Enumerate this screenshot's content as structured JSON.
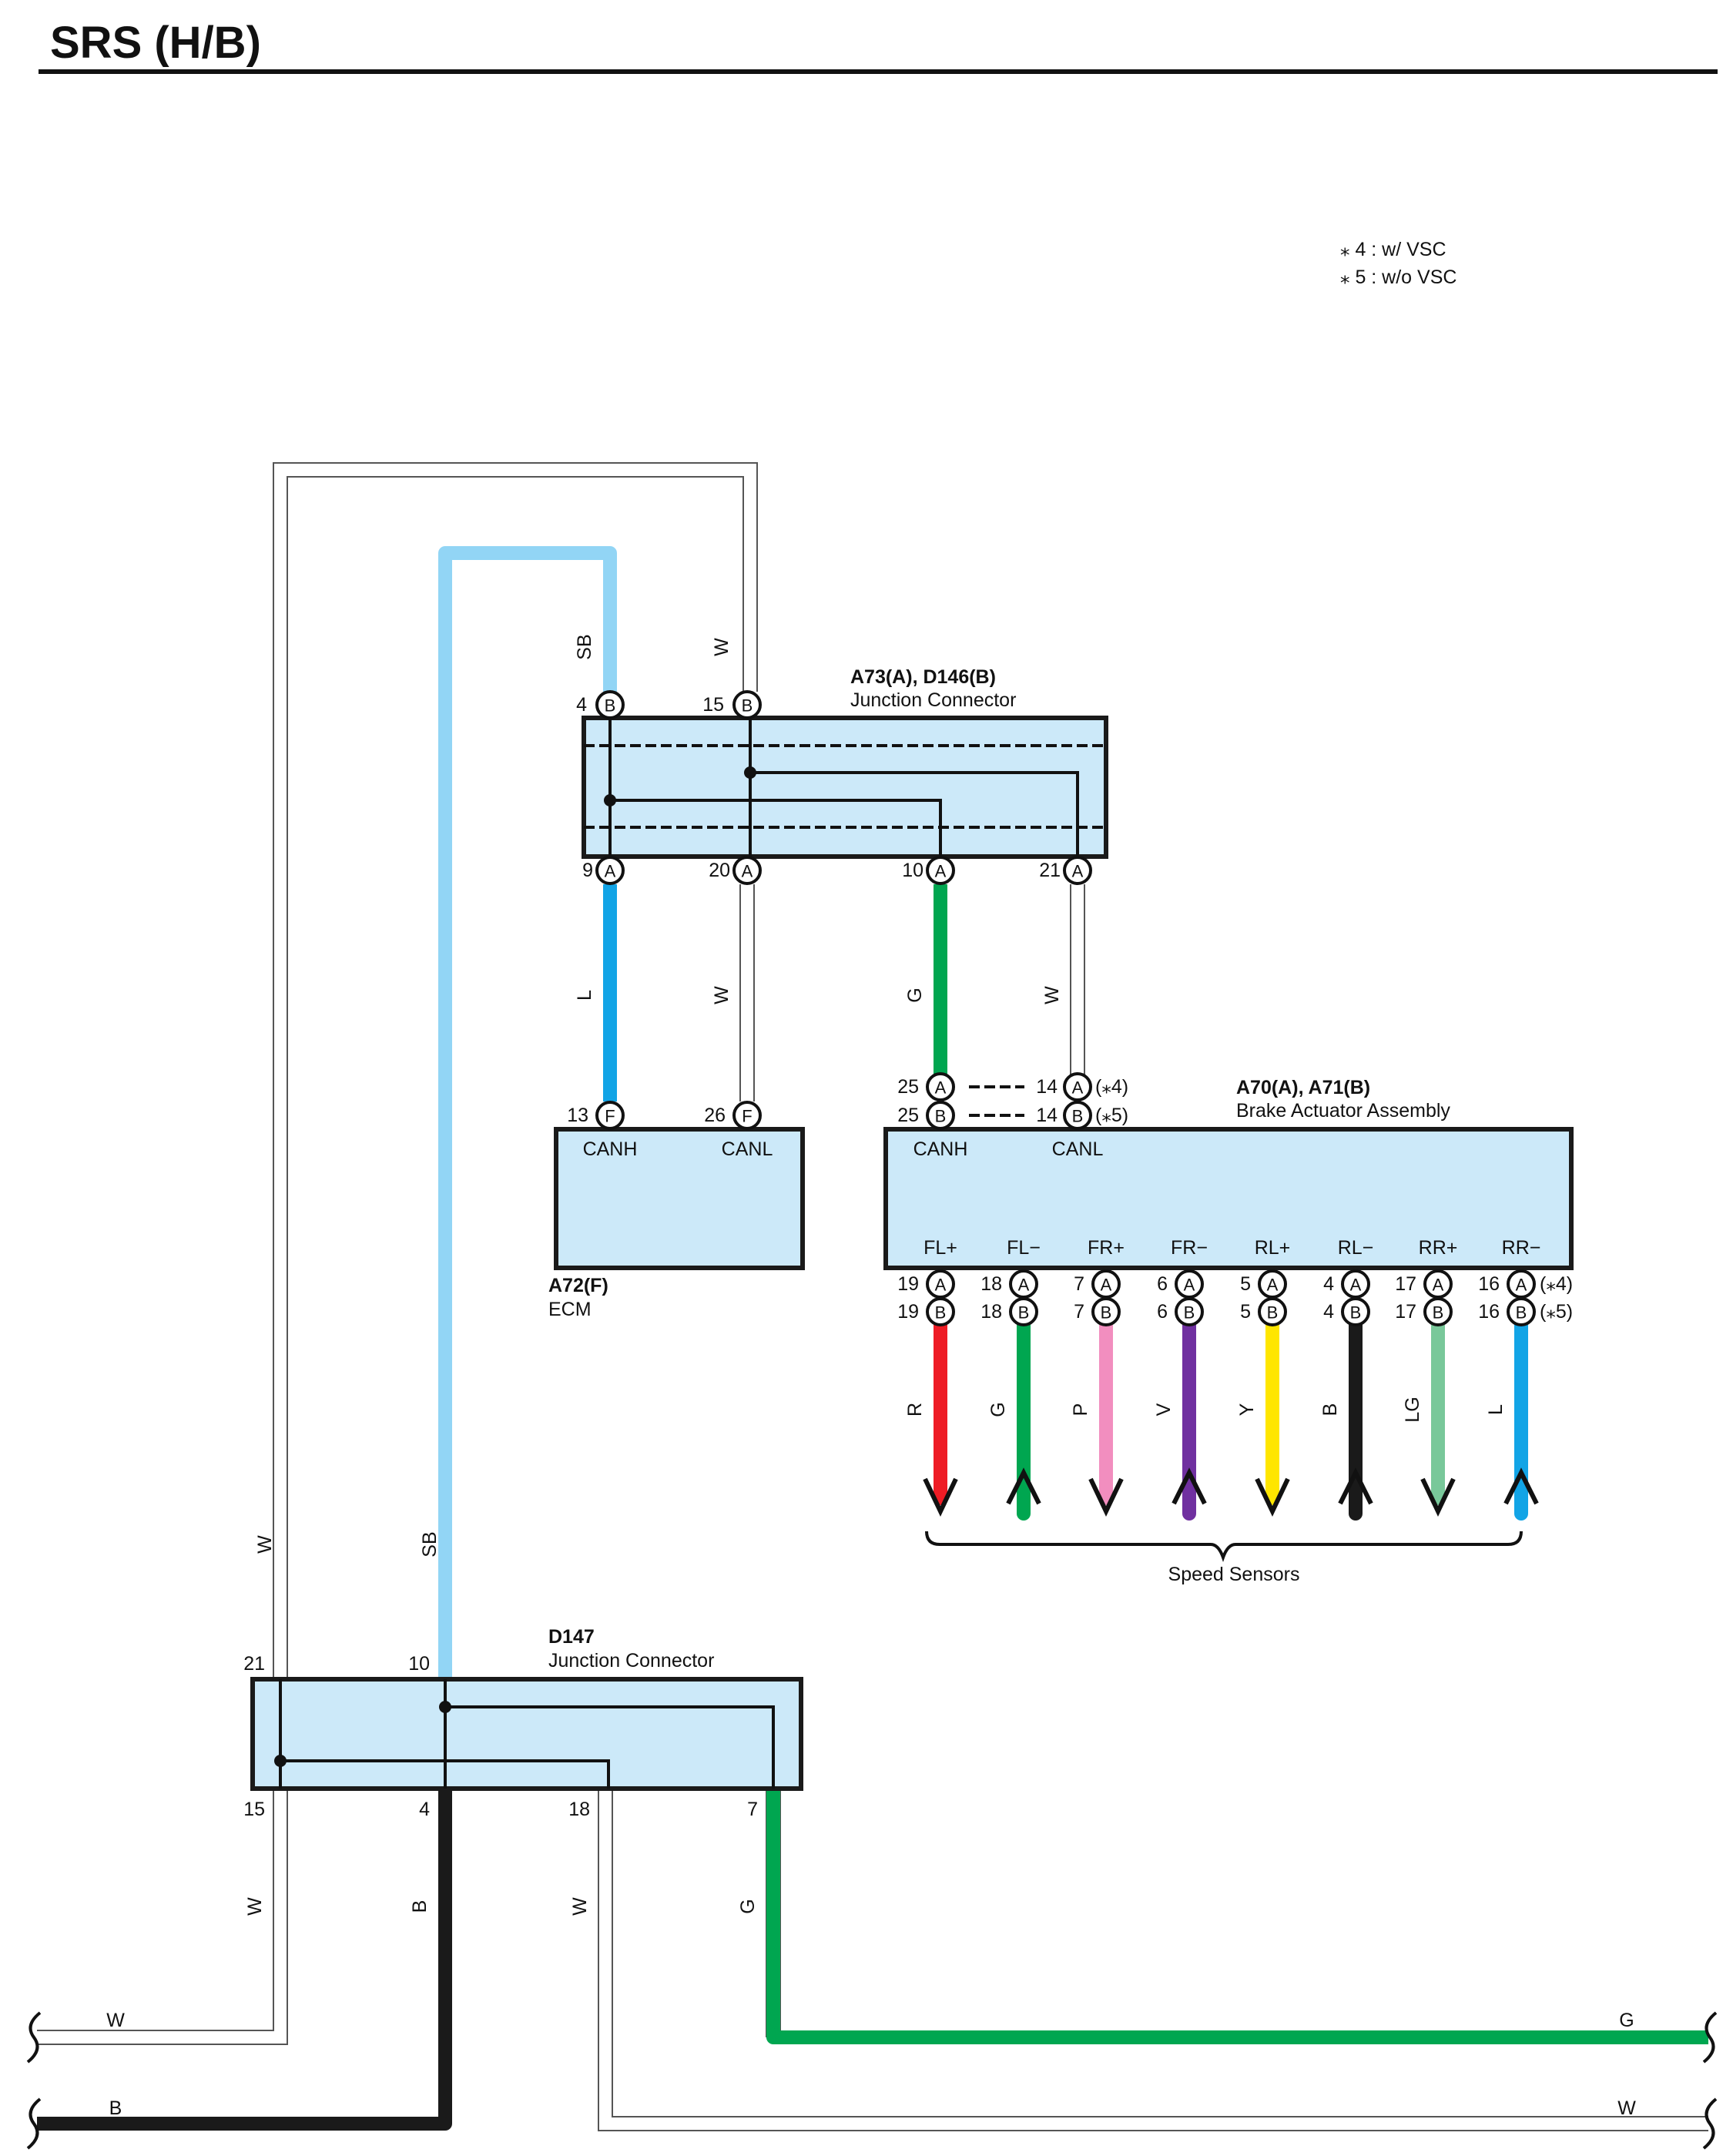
{
  "title": "SRS (H/B)",
  "notes": [
    "⁎ 4 : w/ VSC",
    "⁎ 5 : w/o VSC"
  ],
  "colors": {
    "W": "#ffffff",
    "SB": "#92d5f5",
    "L": "#12a4e6",
    "G": "#00a650",
    "R": "#ee1c25",
    "P": "#f28ebf",
    "V": "#7030a0",
    "Y": "#ffe600",
    "B": "#1a1a1a",
    "LG": "#79c89a",
    "box_fill": "#cce9f9",
    "box_stroke": "#1a1a1a"
  },
  "connectors": {
    "jc1": {
      "code": "A73(A), D146(B)",
      "name": "Junction Connector"
    },
    "ecm": {
      "code": "A72(F)",
      "name": "ECM",
      "terms": [
        "CANH",
        "CANL"
      ]
    },
    "brake": {
      "code": "A70(A), A71(B)",
      "name": "Brake Actuator Assembly",
      "terms": [
        "CANH",
        "CANL"
      ]
    },
    "jc2": {
      "code": "D147",
      "name": "Junction Connector"
    }
  },
  "jc1_top": [
    {
      "pin": "4",
      "letter": "B",
      "wire": "SB"
    },
    {
      "pin": "15",
      "letter": "B",
      "wire": "W"
    }
  ],
  "jc1_bottom": [
    {
      "pin": "9",
      "letter": "A",
      "wire": "L"
    },
    {
      "pin": "20",
      "letter": "A",
      "wire": "W"
    },
    {
      "pin": "10",
      "letter": "A",
      "wire": "G"
    },
    {
      "pin": "21",
      "letter": "A",
      "wire": "W"
    }
  ],
  "ecm_pins": [
    {
      "pin": "13",
      "letter": "F"
    },
    {
      "pin": "26",
      "letter": "F"
    }
  ],
  "brake_top_pins": {
    "row1": {
      "left_pin": "25",
      "left_letter": "A",
      "right_pin": "14",
      "right_letter": "A",
      "note": "(⁎4)"
    },
    "row2": {
      "left_pin": "25",
      "left_letter": "B",
      "right_pin": "14",
      "right_letter": "B",
      "note": "(⁎5)"
    }
  },
  "speed_sensor_note_a": "(⁎4)",
  "speed_sensor_note_b": "(⁎5)",
  "speed_sensors": [
    {
      "term": "FL+",
      "pin_a": "19",
      "pin_b": "19",
      "wire": "R",
      "dir": "down"
    },
    {
      "term": "FL−",
      "pin_a": "18",
      "pin_b": "18",
      "wire": "G",
      "dir": "up"
    },
    {
      "term": "FR+",
      "pin_a": "7",
      "pin_b": "7",
      "wire": "P",
      "dir": "down"
    },
    {
      "term": "FR−",
      "pin_a": "6",
      "pin_b": "6",
      "wire": "V",
      "dir": "up"
    },
    {
      "term": "RL+",
      "pin_a": "5",
      "pin_b": "5",
      "wire": "Y",
      "dir": "down"
    },
    {
      "term": "RL−",
      "pin_a": "4",
      "pin_b": "4",
      "wire": "B",
      "dir": "up"
    },
    {
      "term": "RR+",
      "pin_a": "17",
      "pin_b": "17",
      "wire": "LG",
      "dir": "down"
    },
    {
      "term": "RR−",
      "pin_a": "16",
      "pin_b": "16",
      "wire": "L",
      "dir": "up"
    }
  ],
  "speed_sensors_label": "Speed Sensors",
  "jc2_top": [
    {
      "pin": "21",
      "wire": "W"
    },
    {
      "pin": "10",
      "wire": "SB"
    }
  ],
  "jc2_bottom": [
    {
      "pin": "15",
      "wire": "W"
    },
    {
      "pin": "4",
      "wire": "B"
    },
    {
      "pin": "18",
      "wire": "W"
    },
    {
      "pin": "7",
      "wire": "G"
    }
  ],
  "wire_labels": {
    "w_upper_left": "W",
    "w_left_bottom_end": "W",
    "b_left_end": "B",
    "g_right_end": "G",
    "w_right_end": "W"
  }
}
